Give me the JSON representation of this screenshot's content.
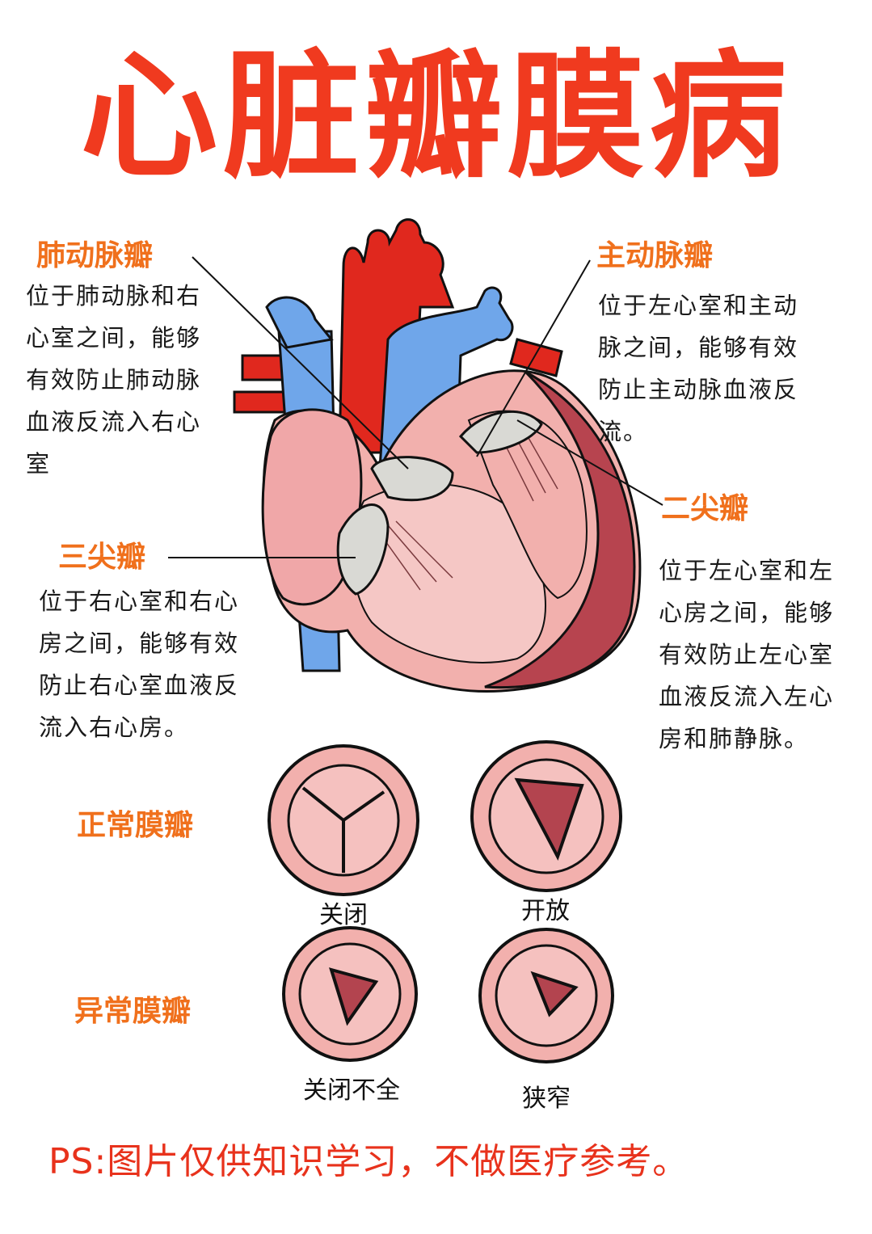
{
  "title": "心脏瓣膜病",
  "valves": {
    "pulmonary": {
      "label": "肺动脉瓣",
      "lines": [
        "位于肺动脉和右",
        "心室之间，能够",
        "有效防止肺动脉",
        "血液反流入右心",
        "室"
      ]
    },
    "aortic": {
      "label": "主动脉瓣",
      "lines": [
        "位于左心室和主动",
        "脉之间，能够有效",
        "防止主动脉血液反",
        "流。"
      ]
    },
    "tricuspid": {
      "label": "三尖瓣",
      "lines": [
        "位于右心室和右心",
        "房之间，能够有效",
        "防止右心室血液反",
        "流入右心房。"
      ]
    },
    "mitral": {
      "label": "二尖瓣",
      "lines": [
        "位于左心室和左",
        "心房之间，能够",
        "有效防止左心室",
        "血液反流入左心",
        "房和肺静脉。"
      ]
    }
  },
  "valve_states": {
    "normal_label": "正常膜瓣",
    "abnormal_label": "异常膜瓣",
    "closed": "关闭",
    "open": "开放",
    "insufficient": "关闭不全",
    "stenosis": "狭窄"
  },
  "footer": "PS:图片仅供知识学习，不做医疗参考。",
  "colors": {
    "title": "#f03a1f",
    "label": "#f0701c",
    "artery": "#e0281e",
    "vein": "#6fa6ea",
    "tissue": "#f2b0ad",
    "muscle": "#c9545e",
    "valve": "#d9d9d4"
  }
}
